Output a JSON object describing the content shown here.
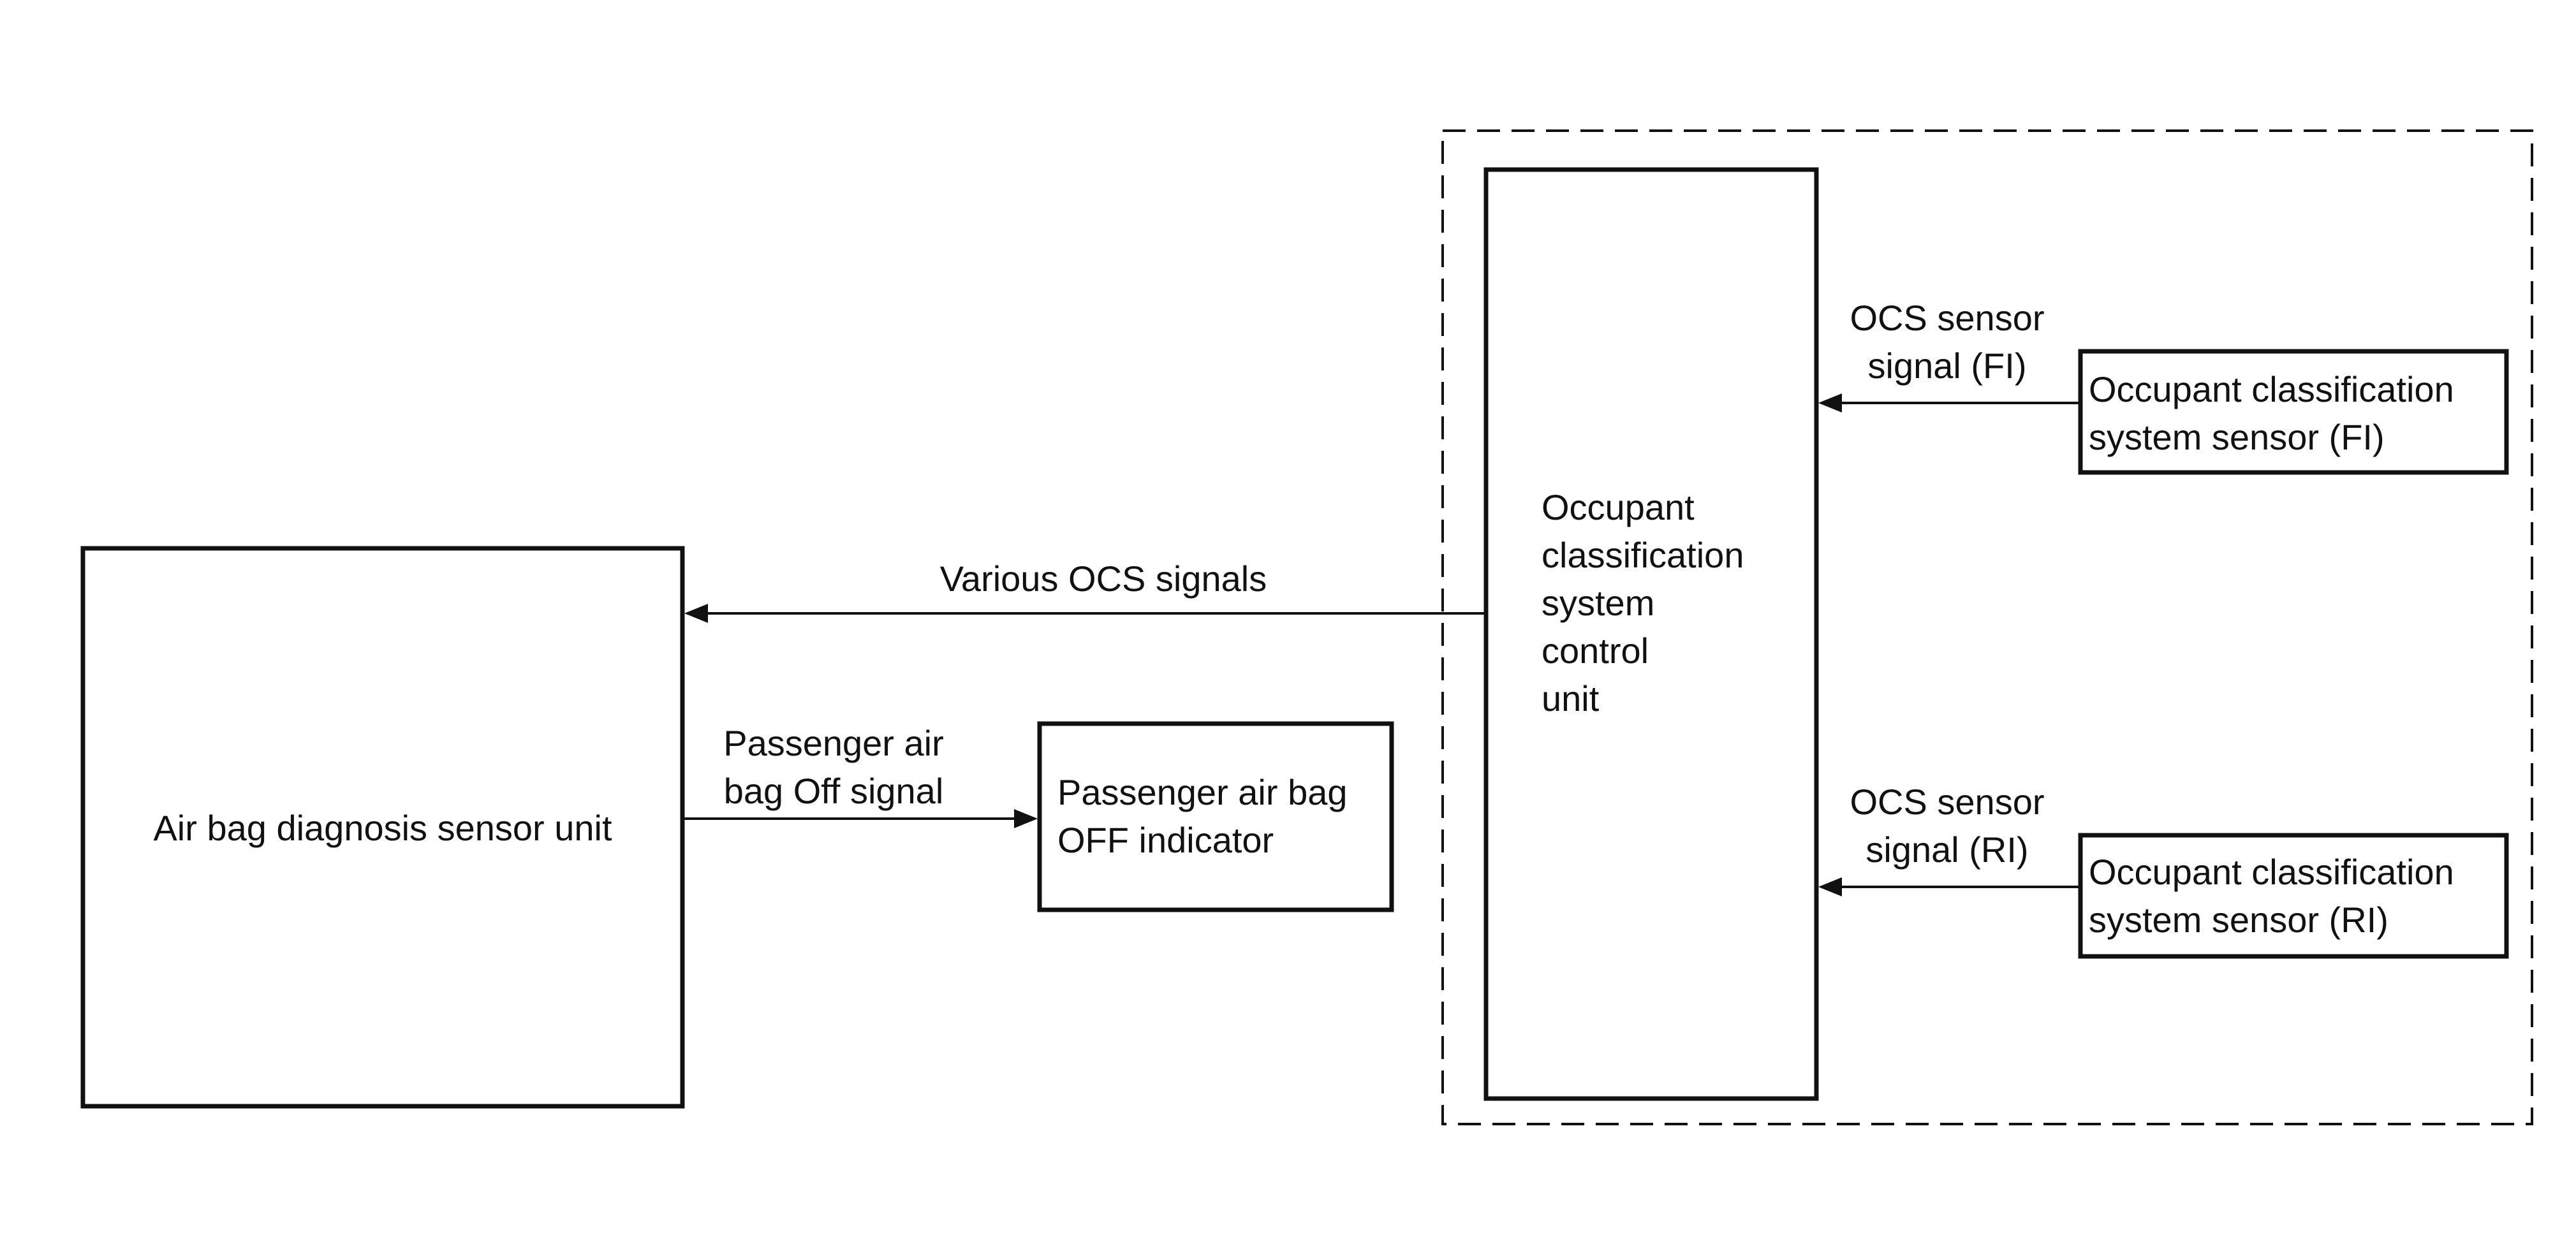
{
  "diagram": {
    "nodes": {
      "air_bag_unit": {
        "label": "Air bag diagnosis sensor unit"
      },
      "off_indicator": {
        "lines": [
          "Passenger air bag",
          "OFF indicator"
        ]
      },
      "ocs_control_unit": {
        "lines": [
          "Occupant",
          "classification",
          "system",
          "control",
          "unit"
        ]
      },
      "ocs_sensor_fi": {
        "lines": [
          "Occupant classification",
          "system sensor (FI)"
        ]
      },
      "ocs_sensor_ri": {
        "lines": [
          "Occupant classification",
          "system sensor (RI)"
        ]
      }
    },
    "edges": {
      "various_ocs": {
        "label": "Various OCS signals",
        "from": "ocs_control_unit",
        "to": "air_bag_unit"
      },
      "off_signal": {
        "lines": [
          "Passenger air",
          "bag Off signal"
        ],
        "from": "air_bag_unit",
        "to": "off_indicator"
      },
      "sensor_signal_fi": {
        "lines": [
          "OCS sensor",
          "signal (FI)"
        ],
        "from": "ocs_sensor_fi",
        "to": "ocs_control_unit"
      },
      "sensor_signal_ri": {
        "lines": [
          "OCS sensor",
          "signal (RI)"
        ],
        "from": "ocs_sensor_ri",
        "to": "ocs_control_unit"
      }
    }
  }
}
